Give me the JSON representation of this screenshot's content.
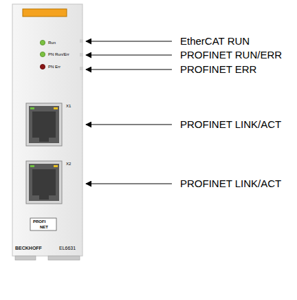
{
  "diagram": {
    "labels": [
      "Run",
      "PN Run/Err",
      "PN Err",
      "X1",
      "X2",
      "PROFI",
      "NET",
      "BECKHOFF",
      "EL6631",
      "EtherCAT RUN",
      "PROFINET RUN/ERR",
      "PROFINET ERR",
      "PROFINET LINK/ACT",
      "PROFINET LINK/ACT"
    ]
  }
}
